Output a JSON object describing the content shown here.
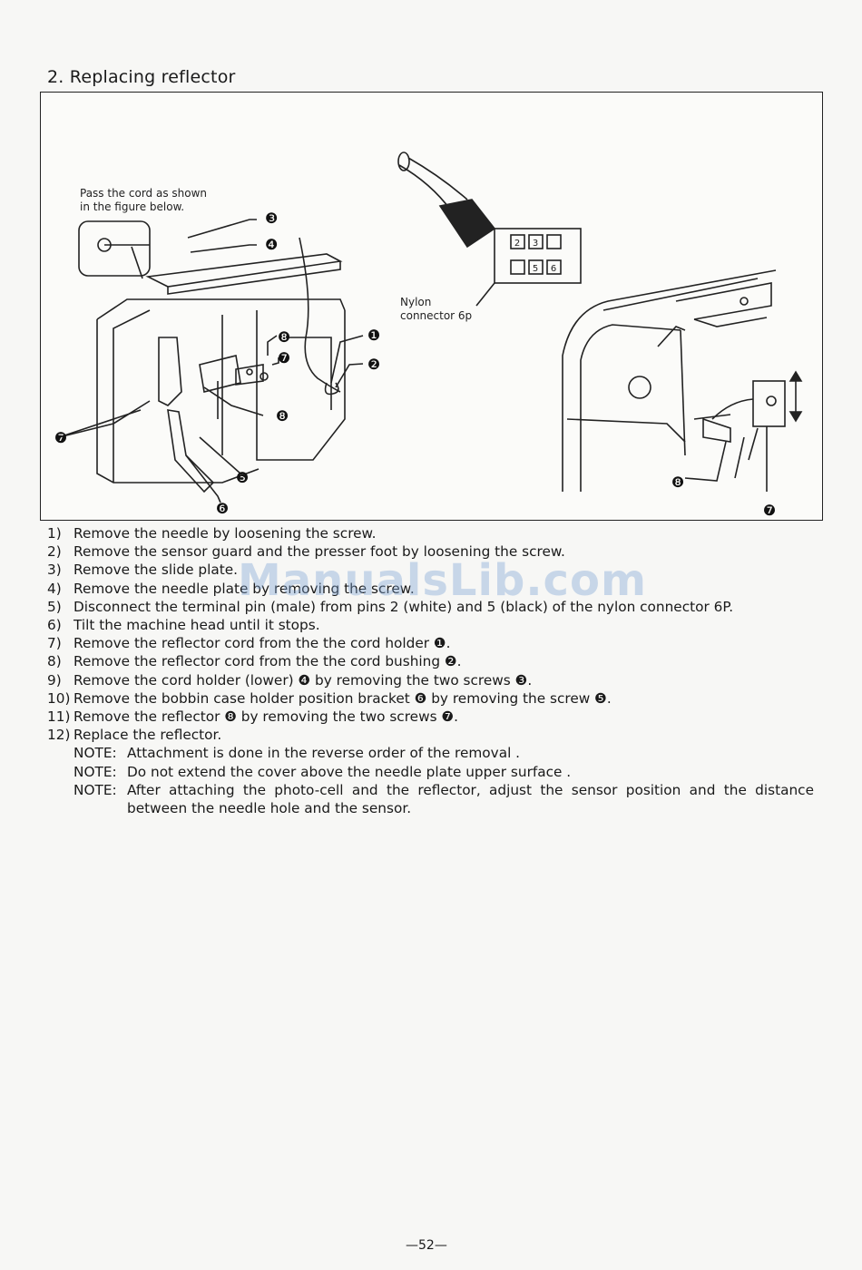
{
  "section": {
    "title": "2.  Replacing reflector"
  },
  "figure": {
    "note_line1": "Pass the cord as shown",
    "note_line2": "in the figure below.",
    "nylon_line1": "Nylon",
    "nylon_line2": "connector 6p",
    "callouts": {
      "c1": "❶",
      "c2": "❷",
      "c3": "❸",
      "c4": "❹",
      "c5": "❺",
      "c6": "❻",
      "c7": "❼",
      "c8": "❽"
    },
    "pin_labels": [
      "2",
      "3",
      "5",
      "6"
    ]
  },
  "steps": [
    {
      "num": "1)",
      "text": "Remove the needle by loosening the screw."
    },
    {
      "num": "2)",
      "text": "Remove the sensor guard and the presser foot by loosening the screw."
    },
    {
      "num": "3)",
      "text": "Remove the slide plate."
    },
    {
      "num": "4)",
      "text": "Remove the needle plate by removing the screw."
    },
    {
      "num": "5)",
      "text": "Disconnect the terminal pin (male) from pins 2 (white) and 5 (black) of the nylon connector 6P."
    },
    {
      "num": "6)",
      "text": "Tilt the machine head until it stops."
    },
    {
      "num": "7)",
      "text": "Remove the reflector cord from the the cord holder ❶."
    },
    {
      "num": "8)",
      "text": "Remove the reflector cord from the the cord bushing ❷."
    },
    {
      "num": "9)",
      "text": "Remove the cord holder (lower) ❹ by removing the two screws ❸."
    },
    {
      "num": "10)",
      "text": "Remove the bobbin case holder position bracket ❻ by removing the screw ❺."
    },
    {
      "num": "11)",
      "text": "Remove the reflector ❽ by removing the two screws ❼."
    },
    {
      "num": "12)",
      "text": "Replace  the reflector."
    }
  ],
  "notes": [
    {
      "label": "NOTE:",
      "text": "Attachment  is done in the reverse order of the removal ."
    },
    {
      "label": "NOTE:",
      "text": "Do not extend the cover above the needle plate upper surface ."
    },
    {
      "label": "NOTE:",
      "text": "After attaching the photo-cell and the reflector, adjust the sensor position and the distance between the needle hole and the sensor."
    }
  ],
  "watermark": "ManualsLib.com",
  "page_number": "—52—"
}
